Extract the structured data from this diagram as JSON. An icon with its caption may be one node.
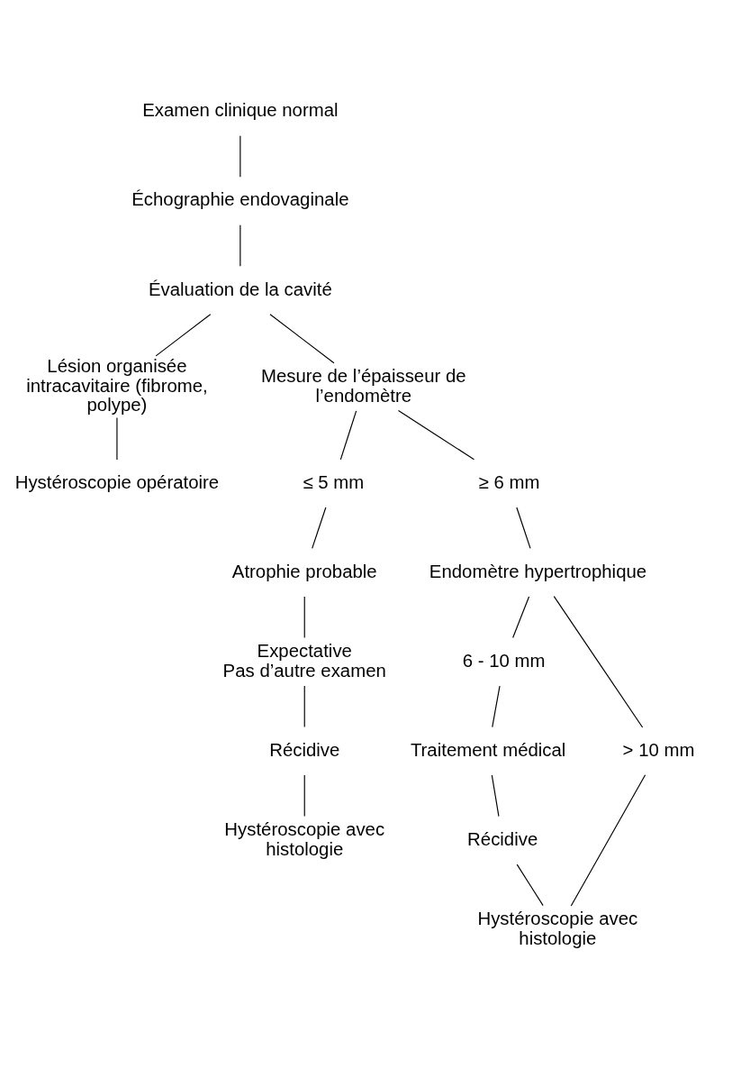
{
  "diagram": {
    "nodes": [
      {
        "text": [
          "Examen clinique normal"
        ]
      },
      {
        "text": [
          "Échographie endovaginale"
        ]
      },
      {
        "text": [
          "Évaluation de la cavité"
        ]
      },
      {
        "text": [
          "Lésion organisée intracavitaire (fibrome, polype)"
        ]
      },
      {
        "text": [
          "Mesure de l’épaisseur de l’endomètre"
        ]
      },
      {
        "text": [
          "Hystéroscopie opératoire"
        ]
      },
      {
        "text": [
          "≤ 5 mm"
        ]
      },
      {
        "text": [
          "≥ 6 mm"
        ]
      },
      {
        "text": [
          "Atrophie probable"
        ]
      },
      {
        "text": [
          "Endomètre hypertrophique"
        ]
      },
      {
        "text": [
          "Expectative",
          "Pas d’autre examen"
        ]
      },
      {
        "text": [
          "6 - 10 mm"
        ]
      },
      {
        "text": [
          "> 10 mm"
        ]
      },
      {
        "text": [
          "Récidive"
        ]
      },
      {
        "text": [
          "Traitement médical"
        ]
      },
      {
        "text": [
          "Hystéroscopie avec histologie"
        ]
      },
      {
        "text": [
          "Récidive"
        ]
      },
      {
        "text": [
          "Hystéroscopie avec histologie"
        ]
      }
    ],
    "edges": [
      {
        "from": 0,
        "to": 1,
        "arrow": "none"
      },
      {
        "from": 1,
        "to": 2,
        "arrow": "none"
      },
      {
        "from": 2,
        "to": 3,
        "arrow": "none"
      },
      {
        "from": 2,
        "to": 4,
        "arrow": "none"
      },
      {
        "from": 3,
        "to": 5,
        "arrow": "none"
      },
      {
        "from": 4,
        "to": 6,
        "arrow": "none"
      },
      {
        "from": 4,
        "to": 7,
        "arrow": "none"
      },
      {
        "from": 6,
        "to": 8,
        "arrow": "none"
      },
      {
        "from": 7,
        "to": 9,
        "arrow": "none"
      },
      {
        "from": 8,
        "to": 10,
        "arrow": "none"
      },
      {
        "from": 9,
        "to": 11,
        "arrow": "none"
      },
      {
        "from": 9,
        "to": 12,
        "arrow": "none"
      },
      {
        "from": 10,
        "to": 13,
        "arrow": "none"
      },
      {
        "from": 11,
        "to": 14,
        "arrow": "none"
      },
      {
        "from": 13,
        "to": 15,
        "arrow": "none"
      },
      {
        "from": 14,
        "to": 16,
        "arrow": "none"
      },
      {
        "from": 16,
        "to": 17,
        "arrow": "none"
      },
      {
        "from": 12,
        "to": 17,
        "arrow": "none"
      }
    ]
  }
}
